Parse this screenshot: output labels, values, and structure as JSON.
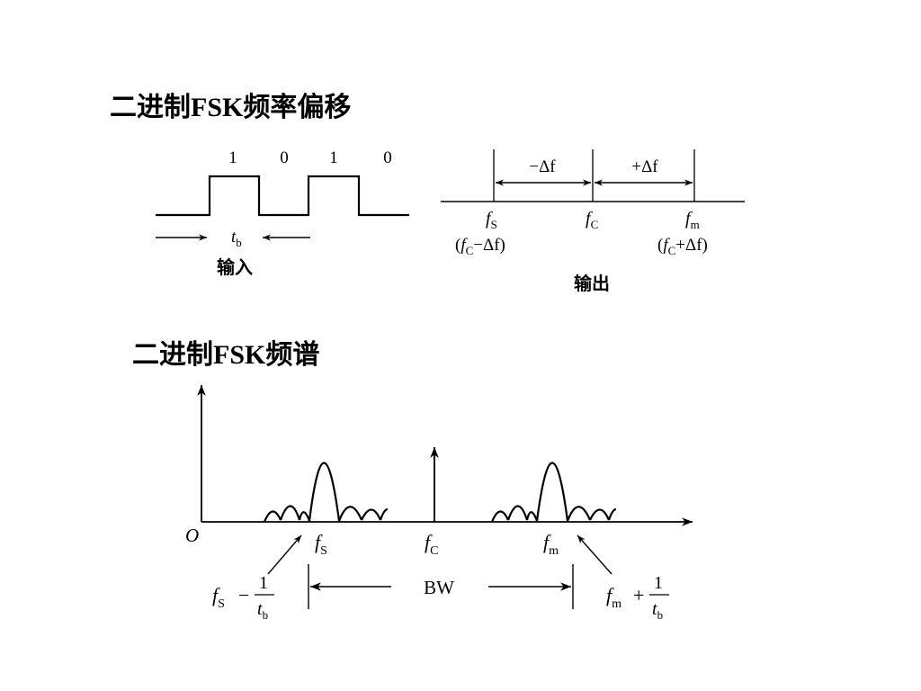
{
  "titles": {
    "shift": "二进制FSK频率偏移",
    "spectrum": "二进制FSK频谱"
  },
  "input_panel": {
    "bits": [
      "1",
      "0",
      "1",
      "0"
    ],
    "bit_period_symbol": "t",
    "bit_period_subscript": "b",
    "caption": "输入"
  },
  "output_panel": {
    "minus_delta": "−Δf",
    "plus_delta": "+Δf",
    "fs": {
      "f": "f",
      "sub": "S",
      "expr_open": "(",
      "expr_f": "f",
      "expr_sub": "C",
      "expr_rest": "−Δf",
      "expr_f2": "",
      "expr_close": ")"
    },
    "fc": {
      "f": "f",
      "sub": "C"
    },
    "fm": {
      "f": "f",
      "sub": "m",
      "expr_open": "(",
      "expr_f": "f",
      "expr_sub": "C",
      "expr_rest": "+Δf",
      "expr_close": ")"
    },
    "caption": "输出"
  },
  "spectrum": {
    "origin": "O",
    "fs": {
      "f": "f",
      "sub": "S"
    },
    "fc": {
      "f": "f",
      "sub": "C"
    },
    "fm": {
      "f": "f",
      "sub": "m"
    },
    "bandwidth": "BW",
    "left_formula": {
      "f": "f",
      "sub": "S",
      "op": "−",
      "num": "1",
      "den_t": "t",
      "den_sub": "b"
    },
    "right_formula": {
      "f": "f",
      "sub": "m",
      "op": "+",
      "num": "1",
      "den_t": "t",
      "den_sub": "b"
    }
  }
}
